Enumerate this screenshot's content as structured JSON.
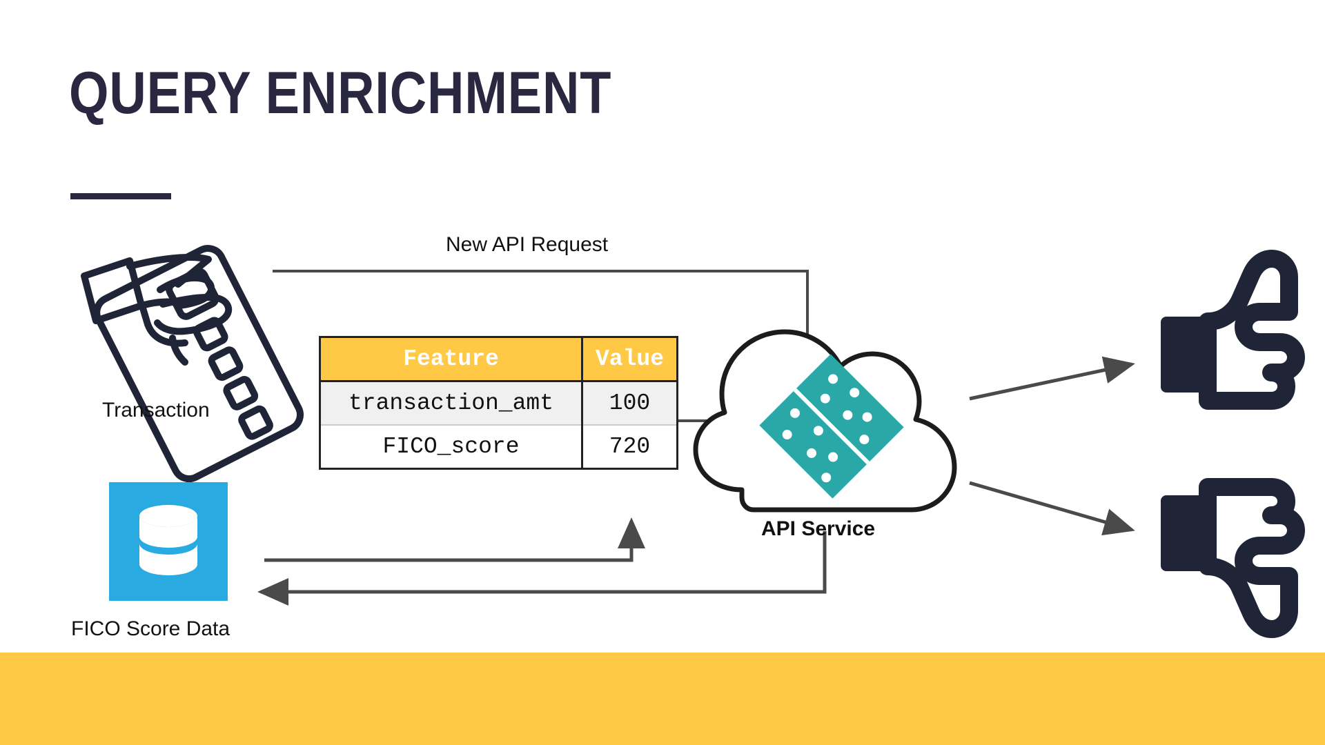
{
  "slide": {
    "title": "QUERY ENRICHMENT",
    "accent_colors": {
      "title_navy": "#2a2740",
      "band_yellow": "#ffc845",
      "table_header_yellow": "#ffc845",
      "database_blue": "#29abe2",
      "api_logo_teal": "#2aa8a8",
      "arrow_gray": "#4a4a4a",
      "icon_navy": "#1f2436"
    }
  },
  "flow": {
    "request_label": "New API Request",
    "transaction_label": "Transaction",
    "fico_label": "FICO Score Data",
    "api_service_label": "API Service"
  },
  "feature_table": {
    "columns": [
      "Feature",
      "Value"
    ],
    "rows": [
      {
        "feature": "transaction_amt",
        "value": "100"
      },
      {
        "feature": "FICO_score",
        "value": "720"
      }
    ]
  },
  "icons": {
    "transaction": "credit-card-hand-icon",
    "database": "database-cylinder-icon",
    "api": "cloud-icon",
    "api_logo": "domino-diamond-icon",
    "approve": "thumbs-up-icon",
    "reject": "thumbs-down-icon"
  },
  "chart_data": {
    "type": "diagram",
    "title": "QUERY ENRICHMENT",
    "nodes": [
      {
        "id": "transaction",
        "label": "Transaction",
        "icon": "credit-card-hand-icon"
      },
      {
        "id": "fico",
        "label": "FICO Score Data",
        "icon": "database-cylinder-icon"
      },
      {
        "id": "table",
        "label": "Feature / Value table",
        "icon": "table"
      },
      {
        "id": "api",
        "label": "API Service",
        "icon": "cloud-icon"
      },
      {
        "id": "approve",
        "label": "",
        "icon": "thumbs-up-icon"
      },
      {
        "id": "reject",
        "label": "",
        "icon": "thumbs-down-icon"
      }
    ],
    "edges": [
      {
        "from": "transaction",
        "to": "api",
        "label": "New API Request"
      },
      {
        "from": "table",
        "to": "api",
        "label": ""
      },
      {
        "from": "api",
        "to": "fico",
        "label": ""
      },
      {
        "from": "fico",
        "to": "table",
        "label": ""
      },
      {
        "from": "api",
        "to": "approve",
        "label": ""
      },
      {
        "from": "api",
        "to": "reject",
        "label": ""
      }
    ]
  }
}
